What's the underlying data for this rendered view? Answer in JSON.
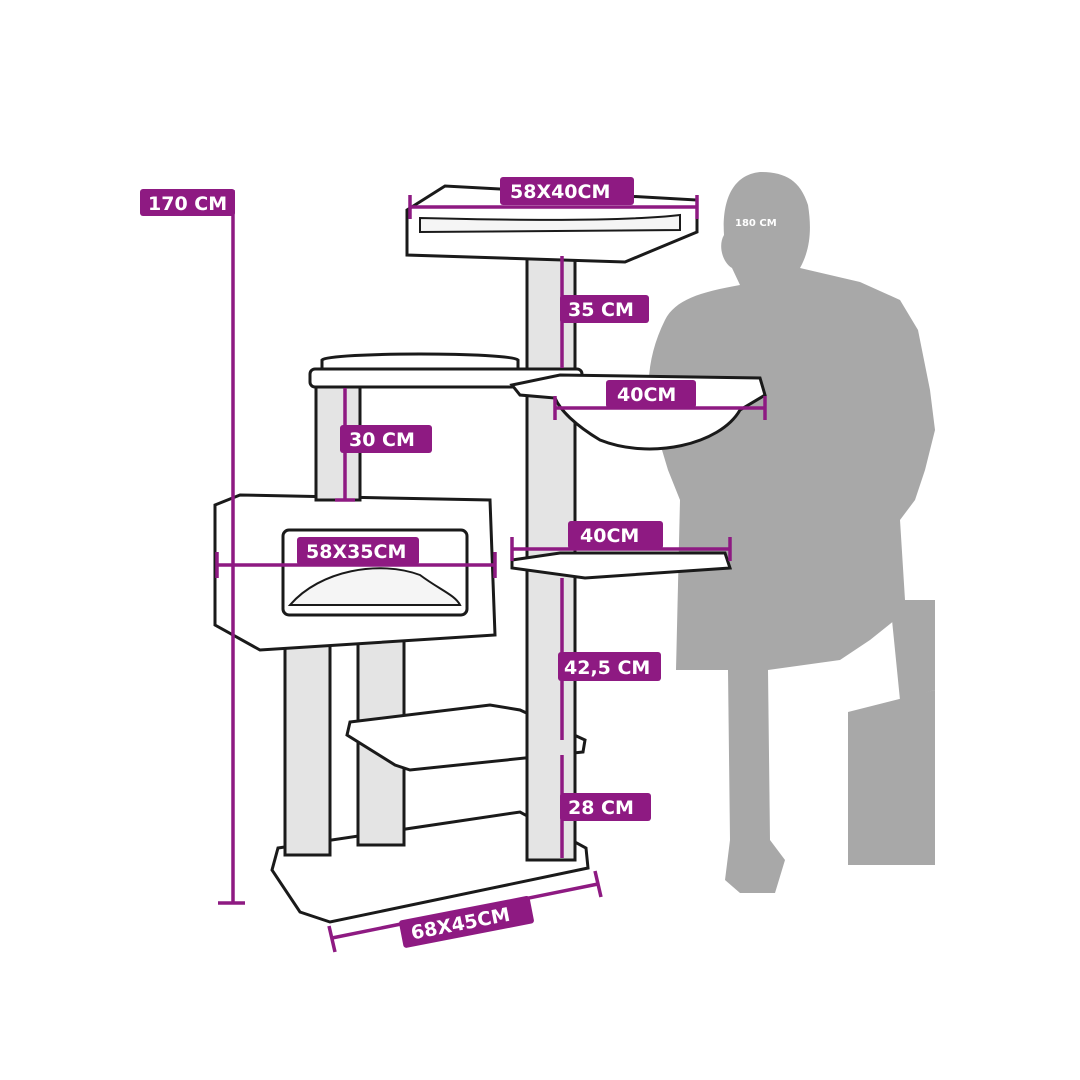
{
  "colors": {
    "accent": "#8e1a82",
    "silhouette": "#a8a8a8",
    "outline": "#1a1a1a"
  },
  "person": {
    "height_label": "180 CM"
  },
  "dimensions": {
    "total_height": "170 CM",
    "top_platform": "58X40CM",
    "top_post": "35 CM",
    "left_post": "30 CM",
    "hammock": "40CM",
    "condo": "58X35CM",
    "side_platform": "40CM",
    "middle_post": "42,5 CM",
    "bottom_post": "28 CM",
    "base": "68X45CM"
  }
}
